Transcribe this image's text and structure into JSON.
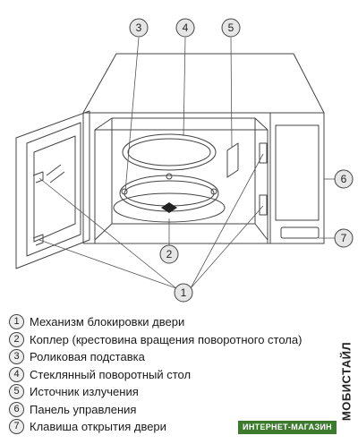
{
  "callouts": {
    "c1": "1",
    "c2": "2",
    "c3": "3",
    "c4": "4",
    "c5": "5",
    "c6": "6",
    "c7": "7"
  },
  "legend": [
    {
      "num": "1",
      "text": "Механизм блокировки двери"
    },
    {
      "num": "2",
      "text": "Коплер (крестовина вращения поворотного стола)"
    },
    {
      "num": "3",
      "text": "Роликовая подставка"
    },
    {
      "num": "4",
      "text": "Стеклянный поворотный стол"
    },
    {
      "num": "5",
      "text": "Источник излучения"
    },
    {
      "num": "6",
      "text": "Панель управления"
    },
    {
      "num": "7",
      "text": "Клавиша открытия двери"
    }
  ],
  "brand": {
    "vertical": "МОБИСТАЙЛ",
    "strip": "ИНТЕРНЕТ-МАГАЗИН"
  }
}
